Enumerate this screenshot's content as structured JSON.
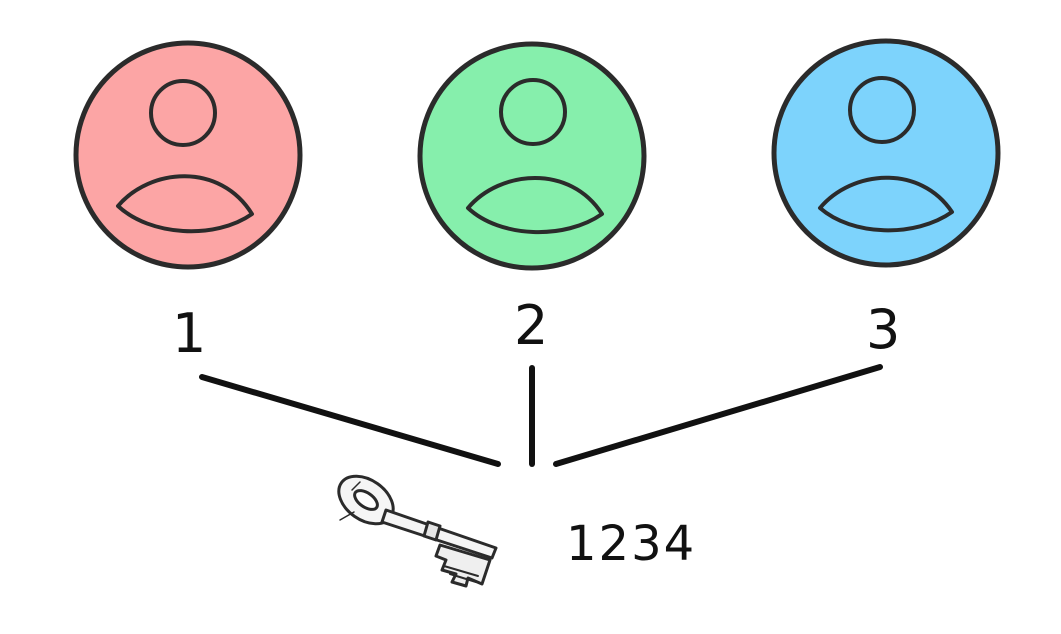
{
  "users": [
    {
      "label": "1",
      "color": "#fca5a5",
      "icon": "user-avatar-icon"
    },
    {
      "label": "2",
      "color": "#86efac",
      "icon": "user-avatar-icon"
    },
    {
      "label": "3",
      "color": "#7dd3fc",
      "icon": "user-avatar-icon"
    }
  ],
  "key": {
    "icon": "key-icon",
    "code": "1234"
  },
  "colors": {
    "stroke": "#2b2b2b",
    "line": "#111111"
  }
}
